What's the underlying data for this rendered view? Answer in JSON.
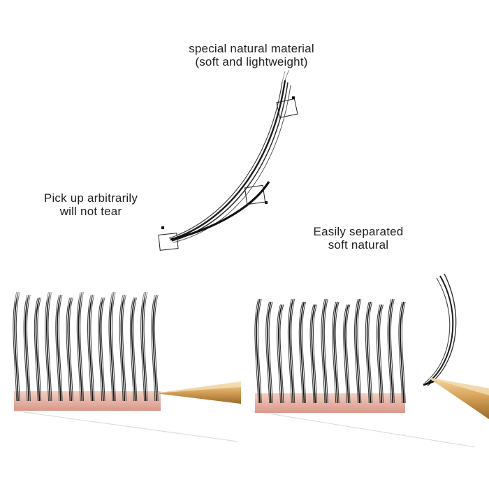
{
  "captions": {
    "material": {
      "line1": "special natural material",
      "line2": "(soft and lightweight)"
    },
    "pickup": {
      "line1": "Pick up arbitrarily",
      "line2": "will not tear"
    },
    "separated": {
      "line1": "Easily separated",
      "line2": "soft natural"
    }
  },
  "colors": {
    "lash": "#1a1a1a",
    "strip_base": "#e8b8a8",
    "tweezer_gold": "#d9a45a",
    "frame_line": "#222222"
  }
}
